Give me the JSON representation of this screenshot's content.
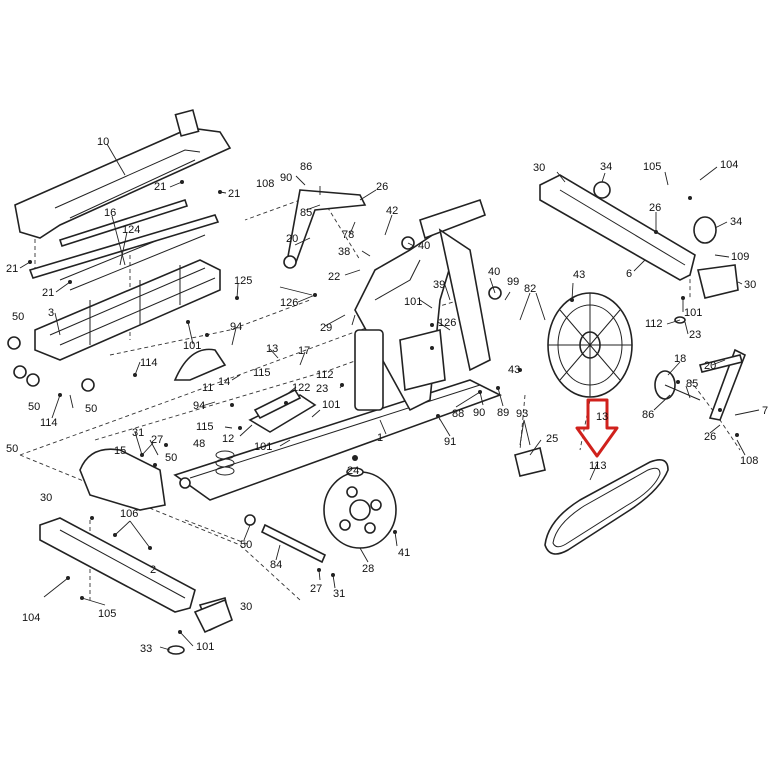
{
  "callout": {
    "color": "#d0211c",
    "target": "113"
  },
  "labels": [
    "10",
    "16",
    "21",
    "21",
    "21",
    "21",
    "124",
    "3",
    "50",
    "50",
    "50",
    "50",
    "114",
    "114",
    "125",
    "101",
    "94",
    "94",
    "11",
    "14",
    "13",
    "115",
    "17",
    "122",
    "12",
    "115",
    "101",
    "48",
    "31",
    "27",
    "50",
    "15",
    "30",
    "106",
    "2",
    "105",
    "104",
    "30",
    "101",
    "33",
    "24",
    "112",
    "23",
    "101",
    "1",
    "86",
    "108",
    "90",
    "85",
    "26",
    "20",
    "78",
    "42",
    "40",
    "38",
    "22",
    "126",
    "29",
    "126",
    "39",
    "101",
    "40",
    "99",
    "88",
    "90",
    "89",
    "91",
    "82",
    "43",
    "13",
    "43",
    "93",
    "25",
    "28",
    "41",
    "84",
    "27",
    "31",
    "50",
    "30",
    "34",
    "105",
    "104",
    "26",
    "34",
    "109",
    "30",
    "6",
    "101",
    "112",
    "23",
    "20",
    "18",
    "86",
    "85",
    "78",
    "26",
    "108",
    "113"
  ]
}
